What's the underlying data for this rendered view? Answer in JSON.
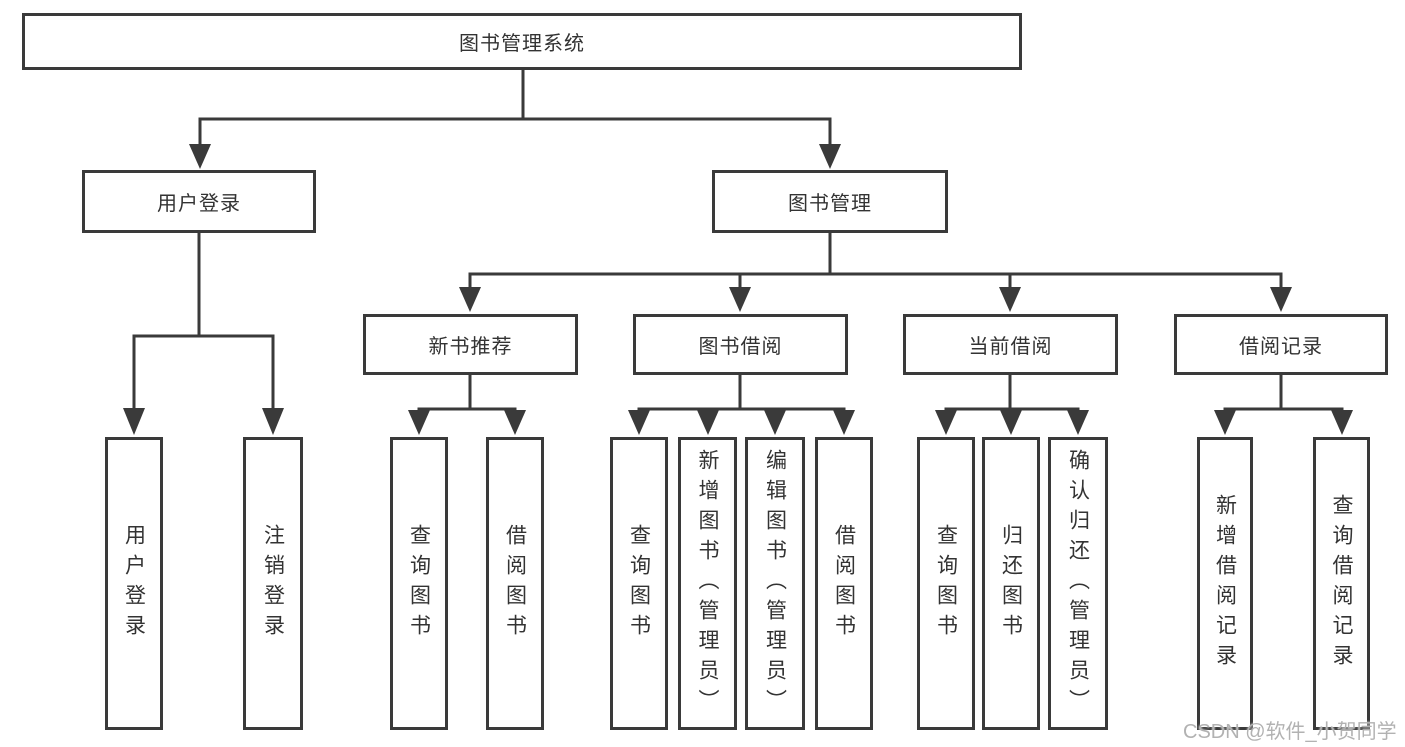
{
  "diagram": {
    "root": {
      "label": "图书管理系统"
    },
    "branches": [
      {
        "label": "用户登录",
        "children": [
          {
            "label": "用户登录"
          },
          {
            "label": "注销登录"
          }
        ]
      },
      {
        "label": "图书管理",
        "children": [
          {
            "label": "新书推荐",
            "children": [
              {
                "label": "查询图书"
              },
              {
                "label": "借阅图书"
              }
            ]
          },
          {
            "label": "图书借阅",
            "children": [
              {
                "label": "查询图书"
              },
              {
                "label": "新增图书（管理员）"
              },
              {
                "label": "编辑图书（管理员）"
              },
              {
                "label": "借阅图书"
              }
            ]
          },
          {
            "label": "当前借阅",
            "children": [
              {
                "label": "查询图书"
              },
              {
                "label": "归还图书"
              },
              {
                "label": "确认归还（管理员）"
              }
            ]
          },
          {
            "label": "借阅记录",
            "children": [
              {
                "label": "新增借阅记录"
              },
              {
                "label": "查询借阅记录"
              }
            ]
          }
        ]
      }
    ]
  },
  "watermark": {
    "text": "CSDN @软件_小贺同学"
  },
  "colors": {
    "line": "#3a3a3a",
    "text": "#333333",
    "box-bg": "#ffffff",
    "watermark": "#b2b2b2",
    "background": "#ffffff"
  }
}
